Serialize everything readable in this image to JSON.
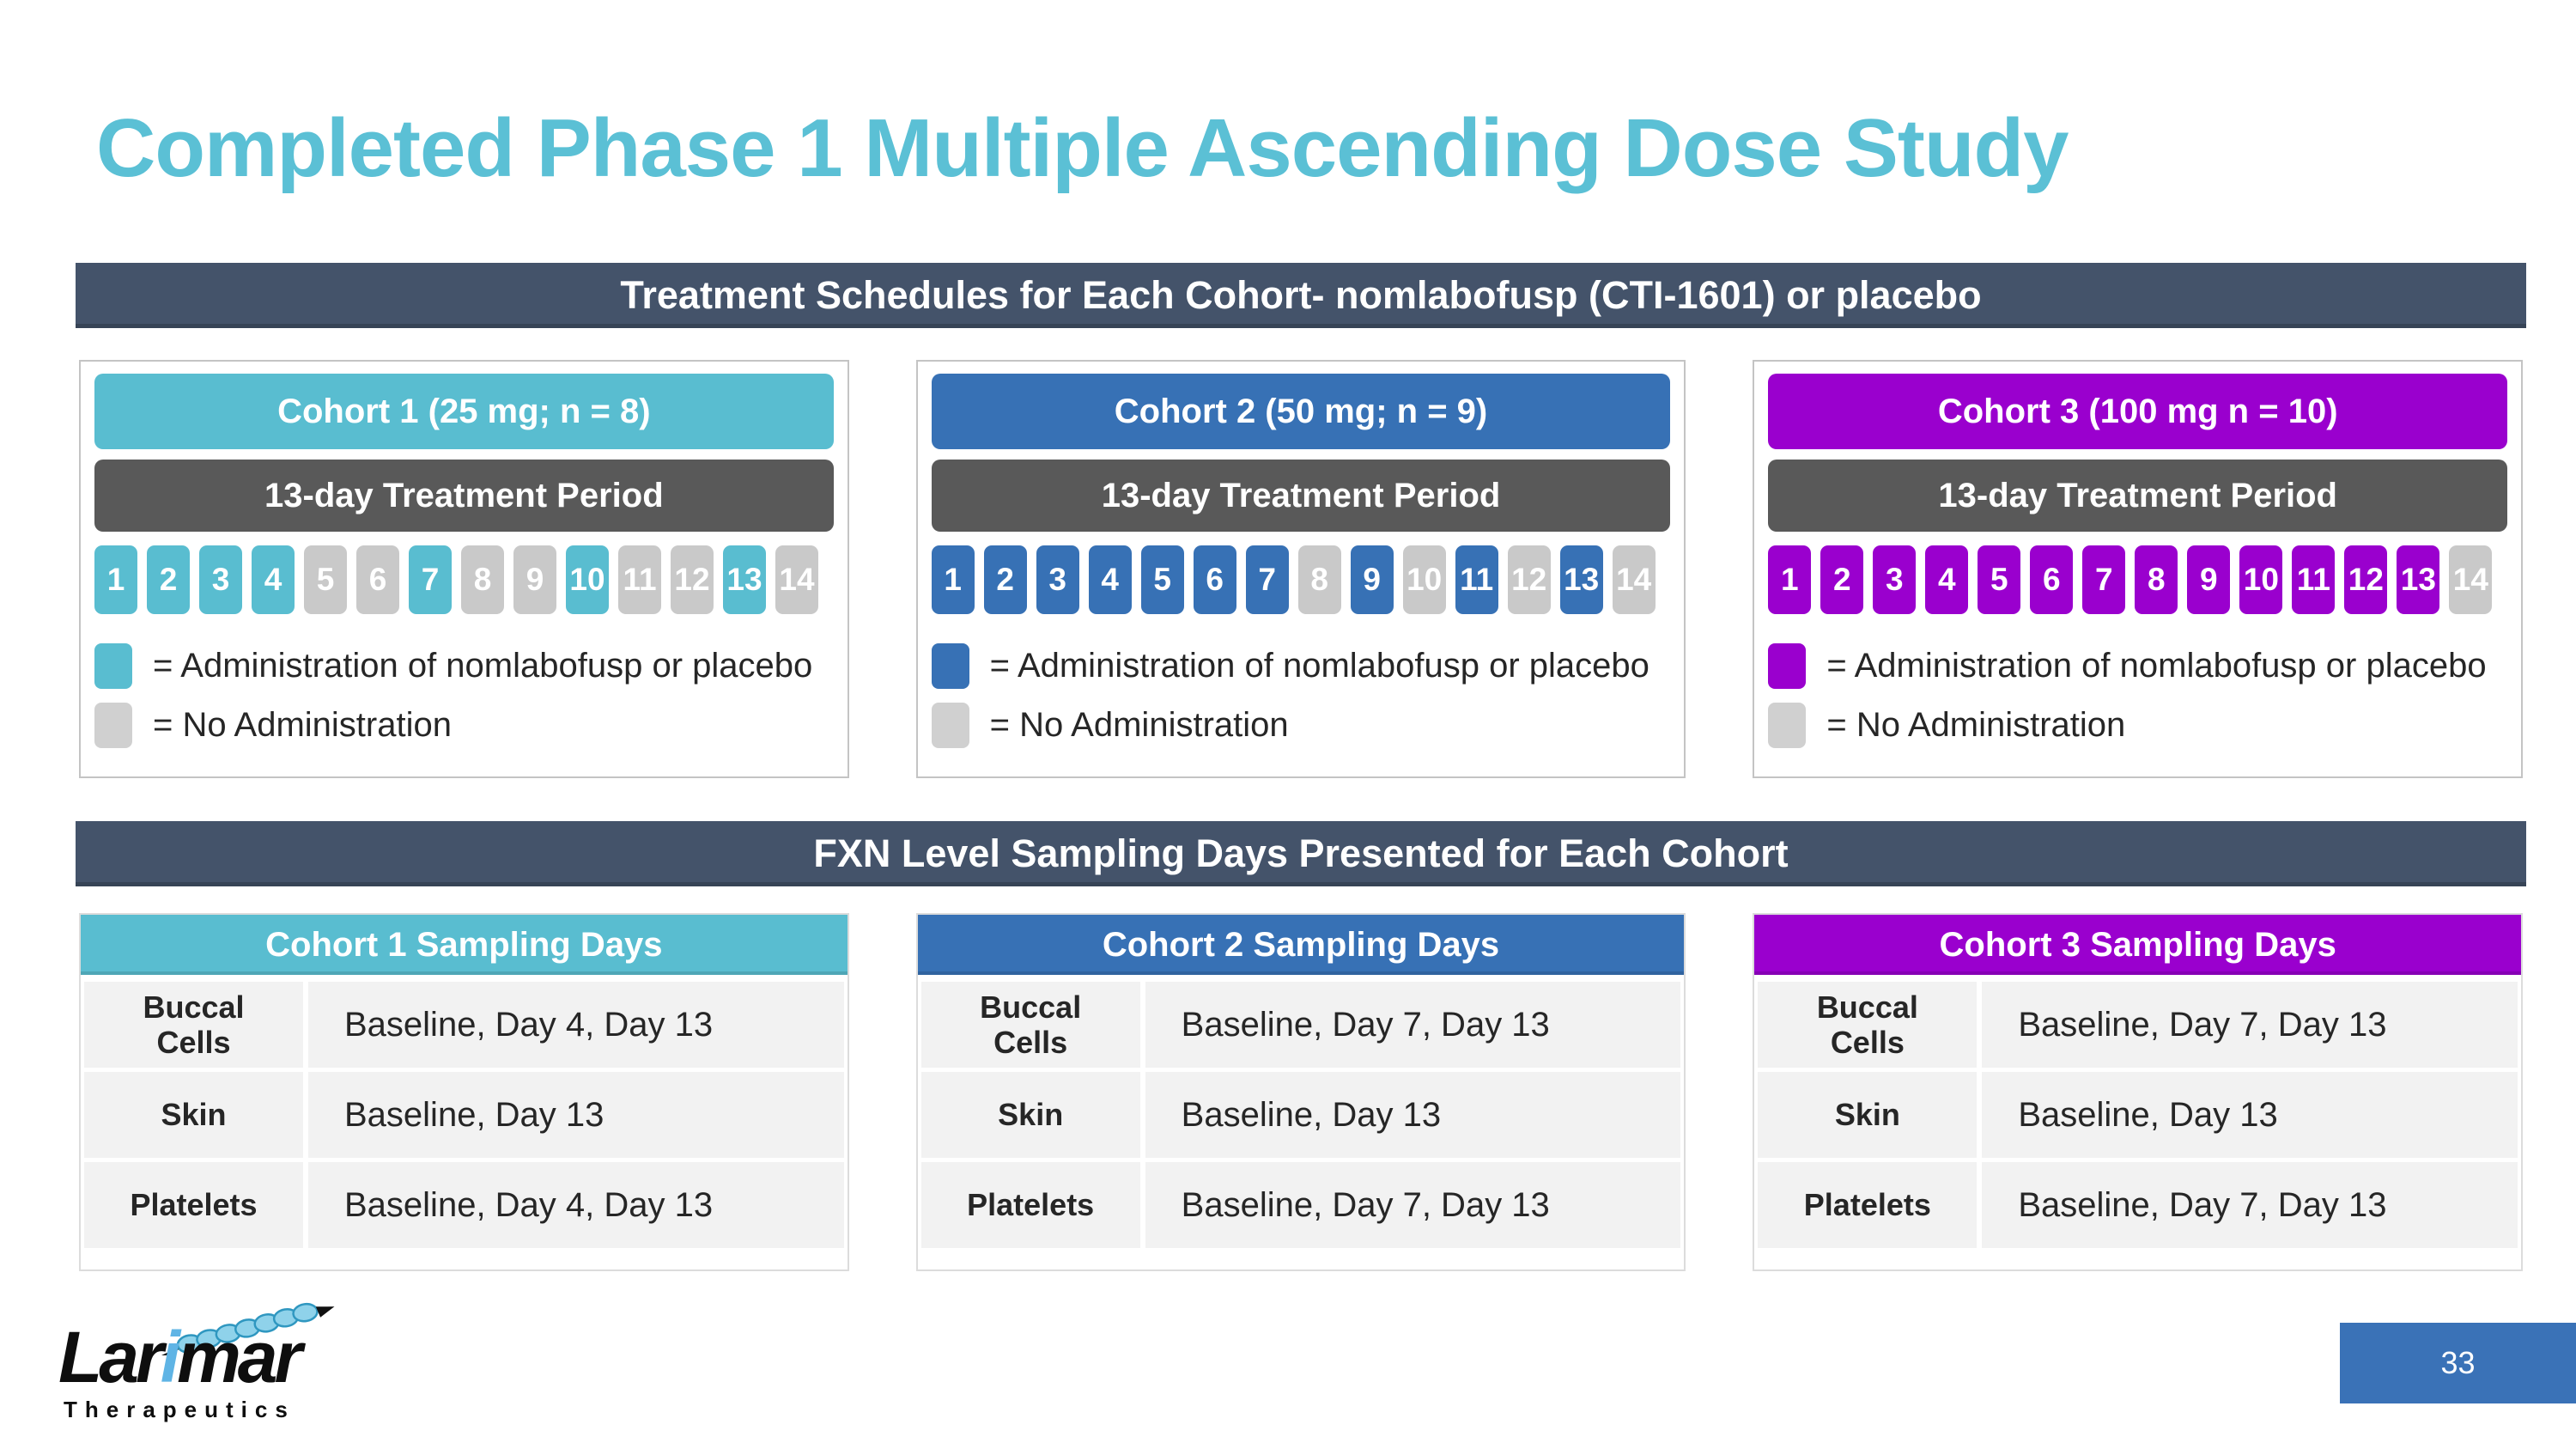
{
  "title": "Completed Phase 1 Multiple Ascending Dose Study",
  "banners": {
    "treatment_schedules": "Treatment Schedules for Each Cohort- nomlabofusp (CTI-1601) or placebo",
    "fxn_sampling": "FXN Level Sampling Days Presented for Each Cohort"
  },
  "colors": {
    "title_accent": "#5BC0D5",
    "banner_background": "#44536A",
    "treatment_period_bar": "#595959",
    "no_administration": "#C9C9C9",
    "footer_page_box": "#3A72B7"
  },
  "cohorts": [
    {
      "header": "Cohort 1 (25 mg; n = 8)",
      "color": "#59BDD0",
      "treatment_period": "13-day Treatment Period",
      "days": [
        {
          "day": "1",
          "administered": true
        },
        {
          "day": "2",
          "administered": true
        },
        {
          "day": "3",
          "administered": true
        },
        {
          "day": "4",
          "administered": true
        },
        {
          "day": "5",
          "administered": false
        },
        {
          "day": "6",
          "administered": false
        },
        {
          "day": "7",
          "administered": true
        },
        {
          "day": "8",
          "administered": false
        },
        {
          "day": "9",
          "administered": false
        },
        {
          "day": "10",
          "administered": true
        },
        {
          "day": "11",
          "administered": false
        },
        {
          "day": "12",
          "administered": false
        },
        {
          "day": "13",
          "administered": true
        },
        {
          "day": "14",
          "administered": false
        }
      ],
      "legend_administration": "= Administration of nomlabofusp  or placebo",
      "legend_no_administration": "= No Administration",
      "sampling": {
        "header": "Cohort 1 Sampling Days",
        "rows": [
          {
            "label": "Buccal Cells",
            "value": "Baseline, Day 4, Day 13"
          },
          {
            "label": "Skin",
            "value": "Baseline, Day 13"
          },
          {
            "label": "Platelets",
            "value": "Baseline, Day 4, Day 13"
          }
        ]
      }
    },
    {
      "header": "Cohort 2 (50 mg; n = 9)",
      "color": "#3771B5",
      "treatment_period": "13-day Treatment Period",
      "days": [
        {
          "day": "1",
          "administered": true
        },
        {
          "day": "2",
          "administered": true
        },
        {
          "day": "3",
          "administered": true
        },
        {
          "day": "4",
          "administered": true
        },
        {
          "day": "5",
          "administered": true
        },
        {
          "day": "6",
          "administered": true
        },
        {
          "day": "7",
          "administered": true
        },
        {
          "day": "8",
          "administered": false
        },
        {
          "day": "9",
          "administered": true
        },
        {
          "day": "10",
          "administered": false
        },
        {
          "day": "11",
          "administered": true
        },
        {
          "day": "12",
          "administered": false
        },
        {
          "day": "13",
          "administered": true
        },
        {
          "day": "14",
          "administered": false
        }
      ],
      "legend_administration": "= Administration of nomlabofusp or placebo",
      "legend_no_administration": "= No Administration",
      "sampling": {
        "header": "Cohort 2 Sampling Days",
        "rows": [
          {
            "label": "Buccal Cells",
            "value": "Baseline, Day 7, Day 13"
          },
          {
            "label": "Skin",
            "value": "Baseline, Day 13"
          },
          {
            "label": "Platelets",
            "value": "Baseline, Day 7, Day 13"
          }
        ]
      }
    },
    {
      "header": "Cohort 3 (100 mg n = 10)",
      "color": "#9A00CE",
      "treatment_period": "13-day Treatment Period",
      "days": [
        {
          "day": "1",
          "administered": true
        },
        {
          "day": "2",
          "administered": true
        },
        {
          "day": "3",
          "administered": true
        },
        {
          "day": "4",
          "administered": true
        },
        {
          "day": "5",
          "administered": true
        },
        {
          "day": "6",
          "administered": true
        },
        {
          "day": "7",
          "administered": true
        },
        {
          "day": "8",
          "administered": true
        },
        {
          "day": "9",
          "administered": true
        },
        {
          "day": "10",
          "administered": true
        },
        {
          "day": "11",
          "administered": true
        },
        {
          "day": "12",
          "administered": true
        },
        {
          "day": "13",
          "administered": true
        },
        {
          "day": "14",
          "administered": false
        }
      ],
      "legend_administration": "= Administration of nomlabofusp or placebo",
      "legend_no_administration": "= No Administration",
      "sampling": {
        "header": "Cohort 3 Sampling Days",
        "rows": [
          {
            "label": "Buccal Cells",
            "value": "Baseline, Day 7, Day 13"
          },
          {
            "label": "Skin",
            "value": "Baseline, Day 13"
          },
          {
            "label": "Platelets",
            "value": "Baseline, Day 7, Day 13"
          }
        ]
      }
    }
  ],
  "logo": {
    "brand_lar": "Lar",
    "brand_i": "i",
    "brand_mar": "mar",
    "subtitle": "Therapeutics"
  },
  "page_number": "33"
}
